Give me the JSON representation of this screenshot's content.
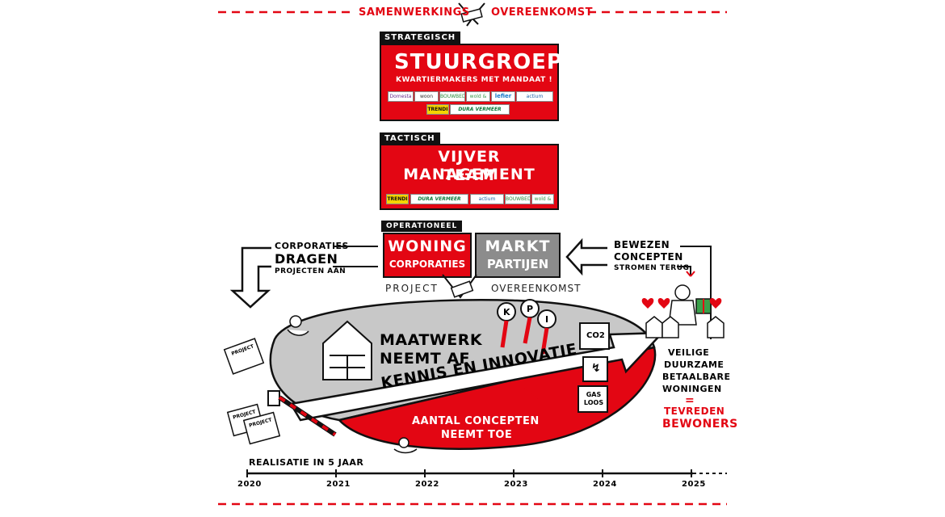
{
  "top_banner": {
    "left": "SAMENWERKINGS",
    "right": "OVEREENKOMST"
  },
  "strategic": {
    "tag": "STRATEGISCH",
    "title": "STUURGROEP",
    "subtitle": "KWARTIERMAKERS MET MANDAAT !",
    "logos": [
      "Domesta",
      "woon concept",
      "BOUWBEDRIJF",
      "wold & waard",
      "lefier",
      "actium",
      "TRENDI",
      "DURA VERMEER"
    ]
  },
  "tactical": {
    "tag": "TACTISCH",
    "title_line1": "VIJVER MANAGEMENT",
    "title_line2": "TEAM",
    "logos": [
      "TRENDI",
      "DURA VERMEER",
      "actium",
      "BOUWBEDRIJF",
      "wold & waard"
    ]
  },
  "operational": {
    "tag": "OPERATIONEEL",
    "left_box_line1": "WONING",
    "left_box_line2": "CORPORATIES",
    "right_box_line1": "MARKT",
    "right_box_line2": "PARTIJEN",
    "agreement_left": "PROJECT",
    "agreement_right": "OVEREENKOMST"
  },
  "left_note": {
    "line1": "CORPORATIES",
    "line2": "DRAGEN",
    "line3": "PROJECTEN AAN"
  },
  "right_note": {
    "line1": "BEWEZEN",
    "line2": "CONCEPTEN",
    "line3": "STROMEN TERUG"
  },
  "pond": {
    "maatwerk_line1": "MAATWERK",
    "maatwerk_line2": "NEEMT AF",
    "arrow_label": "KENNIS EN INNOVATIE",
    "concepts_line1": "AANTAL CONCEPTEN",
    "concepts_line2": "NEEMT TOE",
    "kpi_letters": [
      "K",
      "P",
      "I"
    ],
    "cubes": [
      "CO2",
      "↯",
      "GAS LOOS"
    ],
    "project_cards": [
      "PROJECT",
      "PROJECT",
      "PROJECT"
    ]
  },
  "outcome": {
    "line1": "VEILIGE",
    "line2": "DUURZAME",
    "line3": "BETAALBARE",
    "line4": "WONINGEN",
    "equals": "=",
    "result_line1": "TEVREDEN",
    "result_line2": "BEWONERS"
  },
  "timeline": {
    "label": "REALISATIE IN 5 JAAR",
    "years": [
      "2020",
      "2021",
      "2022",
      "2023",
      "2024",
      "2025"
    ]
  },
  "colors": {
    "accent": "#e30613",
    "ink": "#111111",
    "grey": "#8c8c8c",
    "pond_grey": "#c8c8c8"
  }
}
